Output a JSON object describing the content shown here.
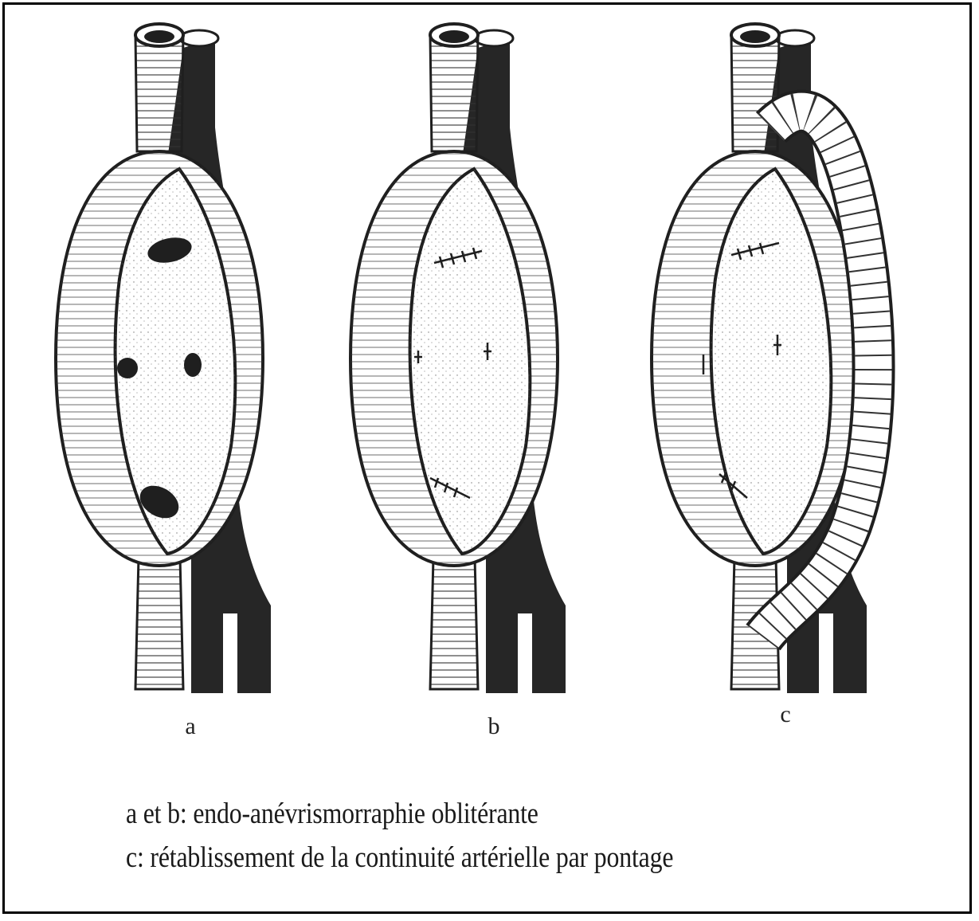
{
  "figure": {
    "panels": [
      {
        "id": "a",
        "label": "a"
      },
      {
        "id": "b",
        "label": "b"
      },
      {
        "id": "c",
        "label": "c"
      }
    ],
    "caption_lines": [
      "a et b: endo-anévrismorraphie oblitérante",
      "c: rétablissement de la continuité artérielle par pontage"
    ]
  },
  "colors": {
    "ink": "#1f1f1f",
    "vein": "#262626",
    "paper": "#ffffff"
  }
}
